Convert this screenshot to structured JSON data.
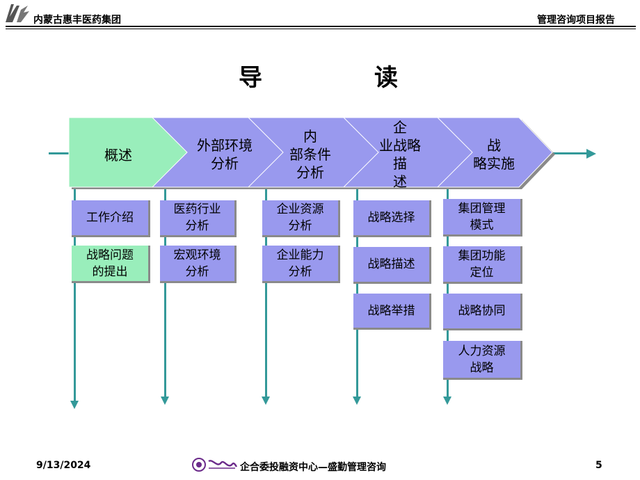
{
  "header": {
    "company": "内蒙古惠丰医药集团",
    "report": "管理咨询项目报告"
  },
  "title": {
    "char1": "导",
    "char2": "读"
  },
  "chevrons": [
    {
      "label": "概述"
    },
    {
      "label": "外部环境\n分析"
    },
    {
      "label": "内\n部条件\n分析"
    },
    {
      "label": "企\n业战略\n描\n述"
    },
    {
      "label": "战\n略实施"
    }
  ],
  "columns": [
    {
      "boxes": [
        "工作介绍",
        "战略问题\n的提出"
      ]
    },
    {
      "boxes": [
        "医药行业\n分析",
        "宏观环境\n分析"
      ]
    },
    {
      "boxes": [
        "企业资源\n分析",
        "企业能力\n分析"
      ]
    },
    {
      "boxes": [
        "战略选择",
        "战略描述",
        "战略举措"
      ]
    },
    {
      "boxes": [
        "集团管理\n模式",
        "集团功能\n定位",
        "战略协同",
        "人力资源\n战略"
      ]
    }
  ],
  "footer": {
    "date": "9/13/2024",
    "center": "企合委投融资中心—盛勤管理咨询",
    "page": "5"
  },
  "colors": {
    "chevron": "#9999ee",
    "highlight": "#99eebb",
    "connector": "#339999"
  }
}
